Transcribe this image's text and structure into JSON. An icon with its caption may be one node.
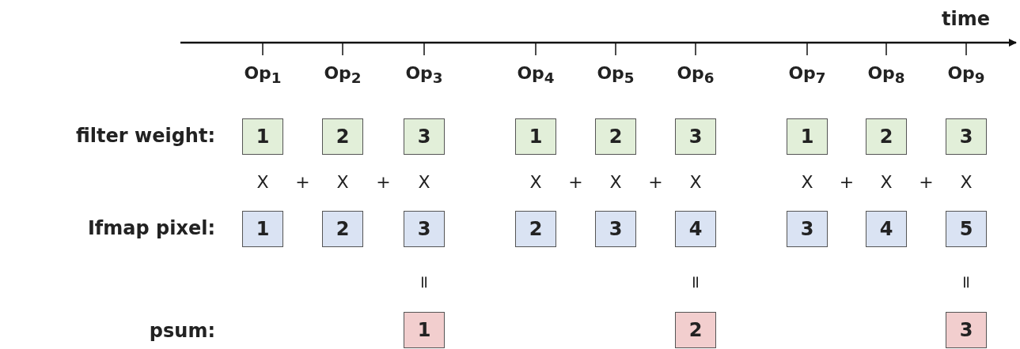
{
  "diagram": {
    "nodes": [
      {
        "text": [
          "1"
        ]
      },
      {
        "text": [
          "2"
        ]
      },
      {
        "text": [
          "3"
        ]
      },
      {
        "text": [
          "1"
        ]
      },
      {
        "text": [
          "2"
        ]
      },
      {
        "text": [
          "3"
        ]
      },
      {
        "text": [
          "1"
        ]
      },
      {
        "text": [
          "2"
        ]
      },
      {
        "text": [
          "3"
        ]
      },
      {
        "text": [
          "1"
        ]
      },
      {
        "text": [
          "2"
        ]
      },
      {
        "text": [
          "3"
        ]
      },
      {
        "text": [
          "2"
        ]
      },
      {
        "text": [
          "3"
        ]
      },
      {
        "text": [
          "4"
        ]
      },
      {
        "text": [
          "3"
        ]
      },
      {
        "text": [
          "4"
        ]
      },
      {
        "text": [
          "5"
        ]
      },
      {
        "text": [
          "1"
        ]
      },
      {
        "text": [
          "2"
        ]
      },
      {
        "text": [
          "3"
        ]
      }
    ],
    "labels": [
      "time",
      "Op$_{1}$",
      "Op$_{2}$",
      "Op$_{3}$",
      "Op$_{4}$",
      "Op$_{5}$",
      "Op$_{6}$",
      "Op$_{7}$",
      "Op$_{8}$",
      "Op$_{9}$",
      "filter weight:",
      "X",
      "+",
      "X",
      "+",
      "X",
      "X",
      "+",
      "X",
      "+",
      "X",
      "X",
      "+",
      "X",
      "+",
      "X",
      "Ifmap pixel:",
      "=",
      "=",
      "=",
      "psum:"
    ]
  }
}
